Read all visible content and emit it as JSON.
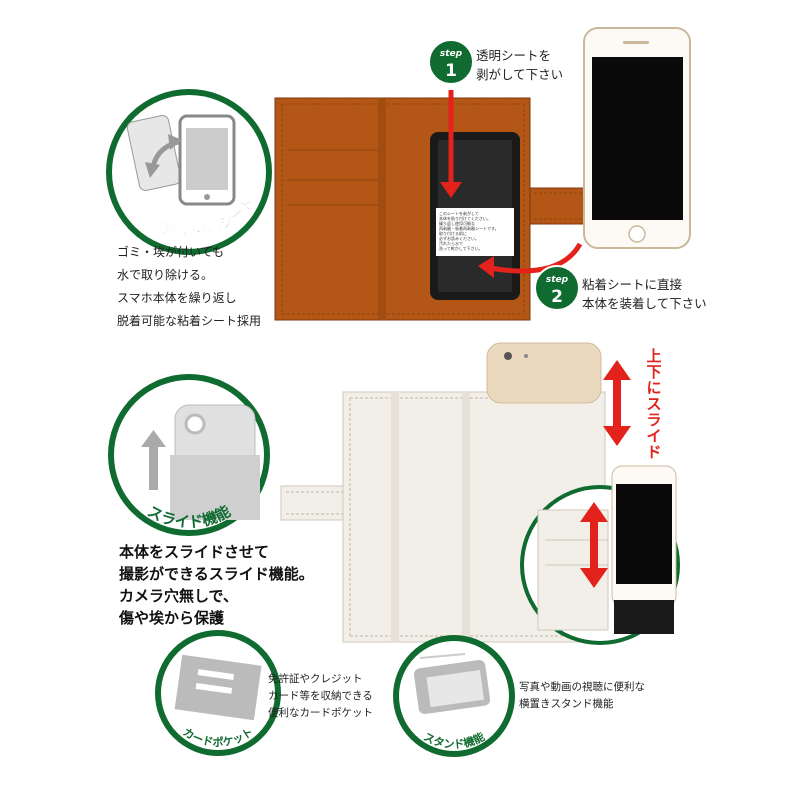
{
  "colors": {
    "green": "#0f6b2f",
    "red_arrow": "#e3221b",
    "brown_case": "#b45716",
    "white_case": "#f2efe9",
    "black_sheet": "#1a1a1a"
  },
  "section1": {
    "badge_text": "再剥離可能な粘着シート",
    "description_lines": [
      "ゴミ・埃が付いても",
      "水で取り除ける。",
      "スマホ本体を繰り返し",
      "脱着可能な粘着シート採用"
    ],
    "step1": {
      "word": "step",
      "number": "1",
      "lines": [
        "透明シートを",
        "剥がして下さい"
      ]
    },
    "step2": {
      "word": "step",
      "number": "2",
      "lines": [
        "粘着シートに直接",
        "本体を装着して下さい"
      ]
    },
    "sheet_note_lines": [
      "このシートを剥がして",
      "本体を貼り付けてください。",
      "繰り返し使用可能な",
      "再剥離・吸着再剥離シートです。",
      "取り付ける前に",
      "必ずお読みください。",
      "汚れたら水で",
      "洗って乾かして下さい。"
    ]
  },
  "section2": {
    "badge_text": "スライド機能",
    "description_lines": [
      "本体をスライドさせて",
      "撮影ができるスライド機能。",
      "カメラ穴無しで、",
      "傷や埃から保護"
    ],
    "slide_label": "上下にスライド"
  },
  "section3": {
    "card_badge_text": "カードポケット",
    "card_lines": [
      "免許証やクレジット",
      "カード等を収納できる",
      "便利なカードポケット"
    ],
    "stand_badge_text": "スタンド機能",
    "stand_lines": [
      "写真や動画の視聴に便利な",
      "横置きスタンド機能"
    ]
  }
}
